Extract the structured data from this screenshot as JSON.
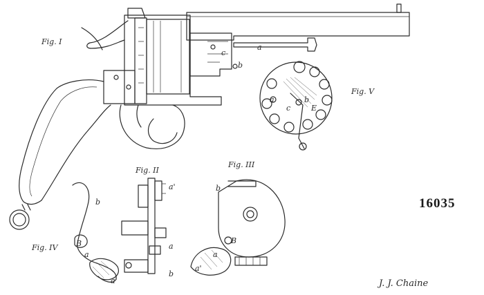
{
  "patent_number": "16035",
  "signature": "J. J. Chaine",
  "figures": {
    "fig1": {
      "caption": "Fig. I",
      "labels": {
        "a": "a",
        "b": "b",
        "c": "c"
      }
    },
    "fig2": {
      "caption": "Fig. II",
      "labels": {
        "a1": "a'",
        "a": "a",
        "b": "b"
      }
    },
    "fig3": {
      "caption": "Fig. III",
      "labels": {
        "b": "b",
        "a1": "a'",
        "a": "a",
        "B": "B"
      }
    },
    "fig4": {
      "caption": "Fig. IV",
      "labels": {
        "b": "b",
        "B": "B",
        "a": "a",
        "a1": "a'"
      }
    },
    "fig5": {
      "caption": "Fig. V",
      "labels": {
        "a": "a",
        "b": "b",
        "c": "c",
        "E": "E"
      }
    }
  }
}
